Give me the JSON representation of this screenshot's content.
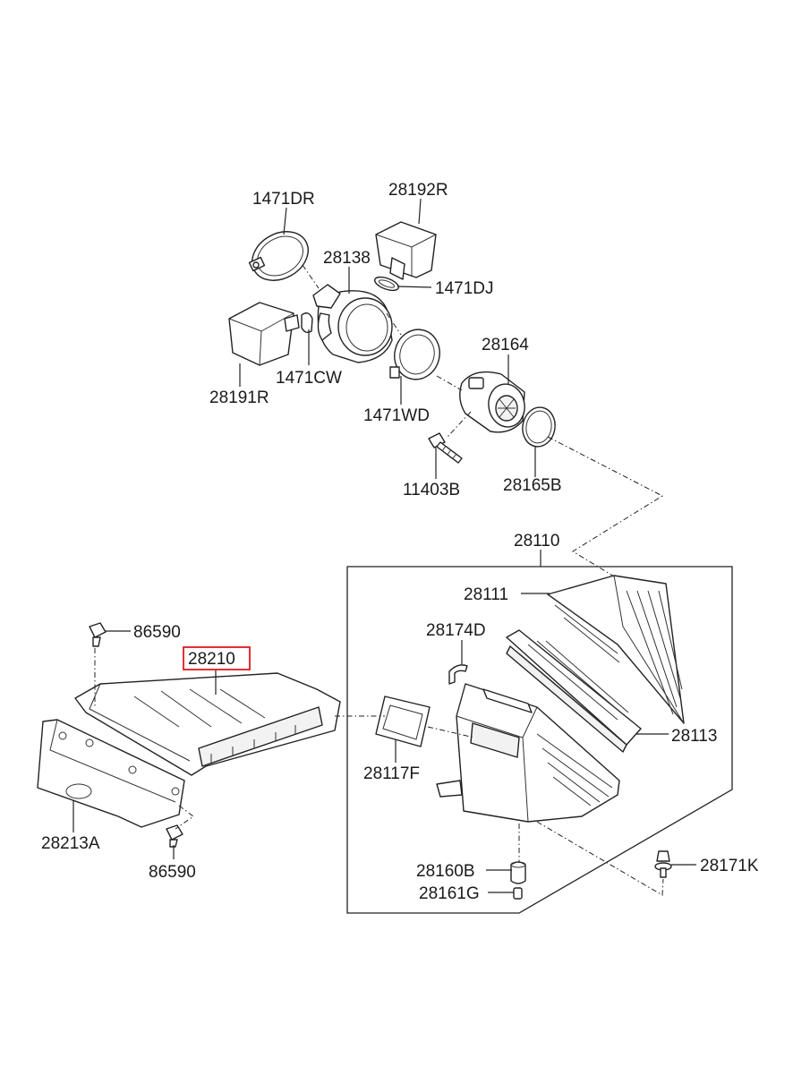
{
  "parts": {
    "p1471DR": "1471DR",
    "p28192R": "28192R",
    "p28138": "28138",
    "p1471DJ": "1471DJ",
    "p28191R": "28191R",
    "p1471CW": "1471CW",
    "p28164": "28164",
    "p1471WD": "1471WD",
    "p11403B": "11403B",
    "p28165B": "28165B",
    "p28110": "28110",
    "p28111": "28111",
    "p28174D": "28174D",
    "p86590_top": "86590",
    "p28210": "28210",
    "p28113": "28113",
    "p28117F": "28117F",
    "p28213A": "28213A",
    "p86590_bottom": "86590",
    "p28160B": "28160B",
    "p28171K": "28171K",
    "p28161G": "28161G"
  },
  "highlighted_part": "28210",
  "colors": {
    "highlight": "#e0191c",
    "line": "#222222"
  }
}
